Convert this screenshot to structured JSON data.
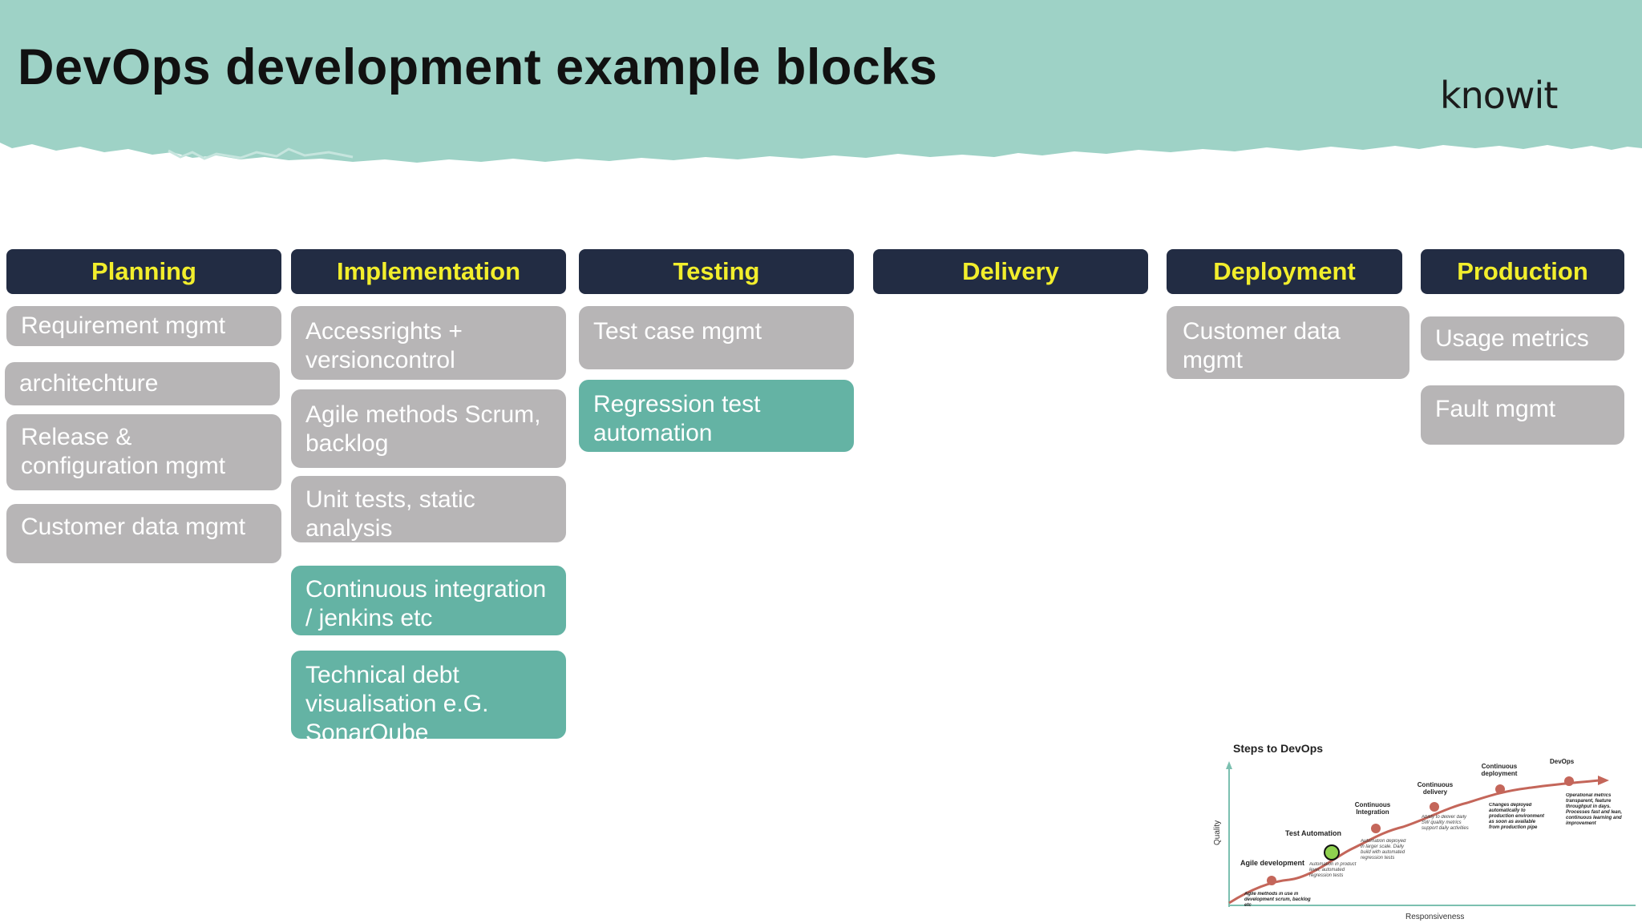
{
  "title": "DevOps development example blocks",
  "logo": "knowit",
  "colors": {
    "banner": "#9ed2c6",
    "header_bg": "#222c43",
    "header_text": "#f2ee2c",
    "card_grey": "#b7b5b6",
    "card_teal": "#64b3a4",
    "curve": "#c4665a"
  },
  "columns": [
    {
      "header": "Planning",
      "cards": [
        {
          "text": "Requirement mgmt",
          "style": "grey"
        },
        {
          "text": "architechture",
          "style": "grey"
        },
        {
          "text": "Release & configuration mgmt",
          "style": "grey"
        },
        {
          "text": "Customer data mgmt",
          "style": "grey"
        }
      ]
    },
    {
      "header": "Implementation",
      "cards": [
        {
          "text": "Accessrights + versioncontrol",
          "style": "grey"
        },
        {
          "text": "Agile methods Scrum, backlog",
          "style": "grey"
        },
        {
          "text": "Unit tests, static analysis",
          "style": "grey"
        },
        {
          "text": "Continuous integration / jenkins etc",
          "style": "teal"
        },
        {
          "text": "Technical debt visualisation e.G. SonarQube",
          "style": "teal"
        }
      ]
    },
    {
      "header": "Testing",
      "cards": [
        {
          "text": "Test case mgmt",
          "style": "grey"
        },
        {
          "text": "Regression test automation",
          "style": "teal"
        }
      ]
    },
    {
      "header": "Delivery",
      "cards": []
    },
    {
      "header": "Deployment",
      "cards": [
        {
          "text": "Customer data mgmt",
          "style": "grey"
        }
      ]
    },
    {
      "header": "Production",
      "cards": [
        {
          "text": "Usage metrics",
          "style": "grey"
        },
        {
          "text": "Fault mgmt",
          "style": "grey"
        }
      ]
    }
  ],
  "steps_chart": {
    "title": "Steps to DevOps",
    "y_axis": "Quality",
    "x_axis": "Responsiveness",
    "steps": [
      {
        "label": "Agile development",
        "note": "Agile methods in use in development scrum, backlog etc"
      },
      {
        "label": "Test Automation",
        "note": "Automation in product level, automated regression tests"
      },
      {
        "label": "Continuous Integration",
        "note": "Automation deployed in larger scale. Daily build with automated regression tests"
      },
      {
        "label": "Continuous delivery",
        "note": "Ability to deliver daily SW quality metrics support daily activities"
      },
      {
        "label": "Continuous deployment",
        "note": "Changes deployed automatically to production environment as soon as available from production pipe"
      },
      {
        "label": "DevOps",
        "note": "Operational metrics transparent, feature throughput in days. Processes fast and lean, continuous learning and improvement"
      }
    ]
  }
}
